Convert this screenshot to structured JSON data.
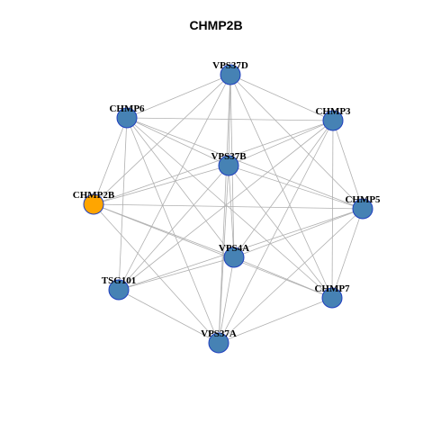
{
  "title": "CHMP2B",
  "colors": {
    "node_default": "#4682b4",
    "node_stroke": "#1f3fbf",
    "node_highlight": "#ffa500",
    "edge": "#b0b0b0",
    "background": "#ffffff"
  },
  "nodes": [
    {
      "id": "VPS37D",
      "label": "VPS37D",
      "highlight": false
    },
    {
      "id": "CHMP3",
      "label": "CHMP3",
      "highlight": false
    },
    {
      "id": "CHMP5",
      "label": "CHMP5",
      "highlight": false
    },
    {
      "id": "CHMP7",
      "label": "CHMP7",
      "highlight": false
    },
    {
      "id": "VPS37A",
      "label": "VPS37A",
      "highlight": false
    },
    {
      "id": "TSG101",
      "label": "TSG101",
      "highlight": false
    },
    {
      "id": "CHMP2B",
      "label": "CHMP2B",
      "highlight": true
    },
    {
      "id": "CHMP6",
      "label": "CHMP6",
      "highlight": false
    },
    {
      "id": "VPS37B",
      "label": "VPS37B",
      "highlight": false
    },
    {
      "id": "VPS4A",
      "label": "VPS4A",
      "highlight": false
    }
  ],
  "edges": [
    [
      "VPS37D",
      "CHMP3"
    ],
    [
      "VPS37D",
      "CHMP5"
    ],
    [
      "VPS37D",
      "CHMP7"
    ],
    [
      "VPS37D",
      "VPS37A"
    ],
    [
      "VPS37D",
      "TSG101"
    ],
    [
      "VPS37D",
      "CHMP2B"
    ],
    [
      "VPS37D",
      "CHMP6"
    ],
    [
      "VPS37D",
      "VPS37B"
    ],
    [
      "VPS37D",
      "VPS4A"
    ],
    [
      "CHMP3",
      "CHMP5"
    ],
    [
      "CHMP3",
      "CHMP7"
    ],
    [
      "CHMP3",
      "VPS37A"
    ],
    [
      "CHMP3",
      "TSG101"
    ],
    [
      "CHMP3",
      "CHMP2B"
    ],
    [
      "CHMP3",
      "CHMP6"
    ],
    [
      "CHMP3",
      "VPS37B"
    ],
    [
      "CHMP3",
      "VPS4A"
    ],
    [
      "CHMP5",
      "CHMP7"
    ],
    [
      "CHMP5",
      "VPS37A"
    ],
    [
      "CHMP5",
      "TSG101"
    ],
    [
      "CHMP5",
      "CHMP2B"
    ],
    [
      "CHMP5",
      "CHMP6"
    ],
    [
      "CHMP5",
      "VPS37B"
    ],
    [
      "CHMP5",
      "VPS4A"
    ],
    [
      "CHMP7",
      "VPS37A"
    ],
    [
      "CHMP7",
      "CHMP2B"
    ],
    [
      "CHMP7",
      "CHMP6"
    ],
    [
      "CHMP7",
      "VPS37B"
    ],
    [
      "CHMP7",
      "VPS4A"
    ],
    [
      "VPS37A",
      "TSG101"
    ],
    [
      "VPS37A",
      "CHMP2B"
    ],
    [
      "VPS37A",
      "CHMP6"
    ],
    [
      "VPS37A",
      "VPS37B"
    ],
    [
      "VPS37A",
      "VPS4A"
    ],
    [
      "TSG101",
      "CHMP6"
    ],
    [
      "TSG101",
      "VPS37B"
    ],
    [
      "TSG101",
      "VPS4A"
    ],
    [
      "CHMP2B",
      "CHMP6"
    ],
    [
      "CHMP2B",
      "VPS37B"
    ],
    [
      "CHMP2B",
      "VPS4A"
    ],
    [
      "CHMP6",
      "VPS37B"
    ],
    [
      "CHMP6",
      "VPS4A"
    ],
    [
      "VPS37B",
      "VPS4A"
    ]
  ]
}
